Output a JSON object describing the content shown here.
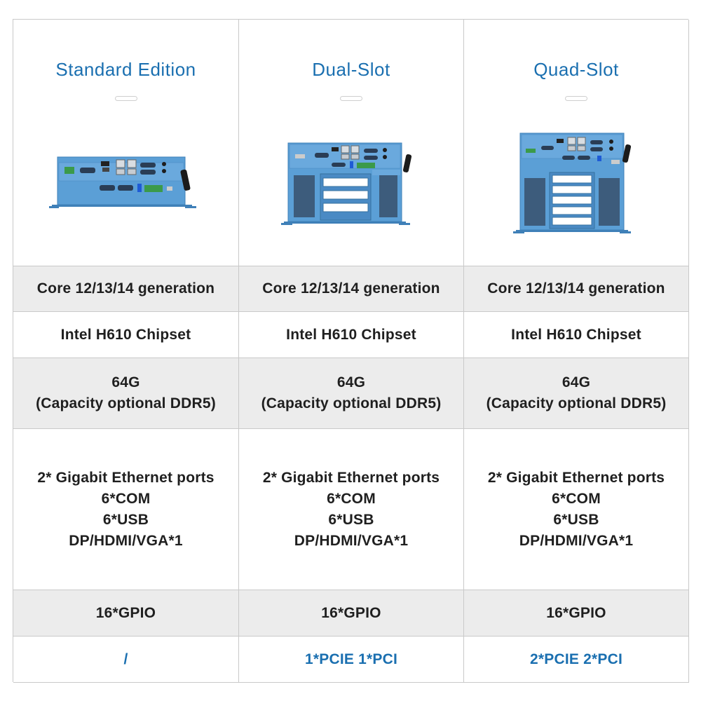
{
  "columns": [
    {
      "title": "Standard Edition",
      "image_icon": "industrial-pc-standard",
      "cpu": "Core 12/13/14 generation",
      "chipset": "Intel H610 Chipset",
      "memory_line1": "64G",
      "memory_line2": "(Capacity optional DDR5)",
      "io": [
        "2* Gigabit Ethernet ports",
        "6*COM",
        "6*USB",
        "DP/HDMI/VGA*1"
      ],
      "gpio": "16*GPIO",
      "expansion": "/"
    },
    {
      "title": "Dual-Slot",
      "image_icon": "industrial-pc-dual-slot",
      "cpu": "Core 12/13/14 generation",
      "chipset": "Intel H610 Chipset",
      "memory_line1": "64G",
      "memory_line2": "(Capacity optional DDR5)",
      "io": [
        "2* Gigabit Ethernet ports",
        "6*COM",
        "6*USB",
        "DP/HDMI/VGA*1"
      ],
      "gpio": "16*GPIO",
      "expansion": "1*PCIE 1*PCI"
    },
    {
      "title": "Quad-Slot",
      "image_icon": "industrial-pc-quad-slot",
      "cpu": "Core 12/13/14 generation",
      "chipset": "Intel H610 Chipset",
      "memory_line1": "64G",
      "memory_line2": "(Capacity optional DDR5)",
      "io": [
        "2* Gigabit Ethernet ports",
        "6*COM",
        "6*USB",
        "DP/HDMI/VGA*1"
      ],
      "gpio": "16*GPIO",
      "expansion": "2*PCIE 2*PCI"
    }
  ],
  "colors": {
    "accent": "#1a6fb0",
    "device_body": "#5b9fd6",
    "row_shade": "#ececec",
    "border": "#c9c9c9"
  }
}
